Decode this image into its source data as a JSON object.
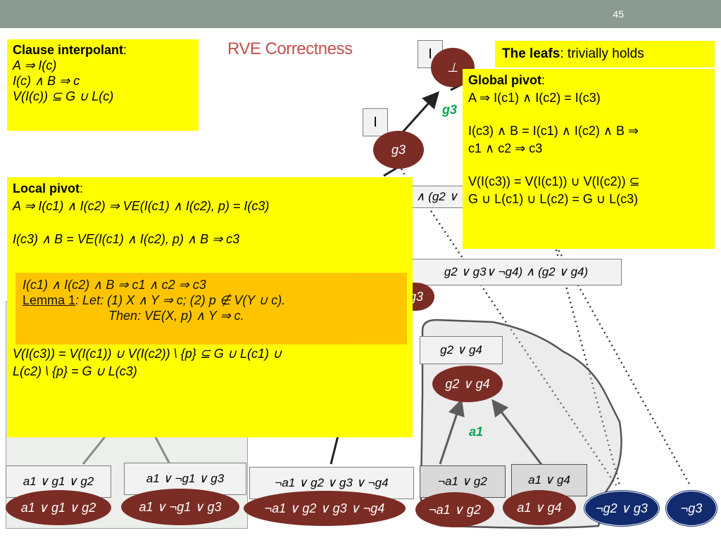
{
  "slide": {
    "number": "45",
    "title": "RVE Correctness"
  },
  "clause_interpolant": {
    "heading": "Clause interpolant",
    "colon": ":",
    "lines": [
      "A ⇒ I(c)",
      "I(c) ∧ B ⇒ c",
      "V(I(c)) ⊆ G ∪ L(c)"
    ]
  },
  "leafs_note": {
    "heading": "The leafs",
    "text": ": trivially holds"
  },
  "global_pivot": {
    "heading": "Global pivot",
    "colon": ":",
    "lines": [
      "A ⇒ I(c1) ∧ I(c2) = I(c3)",
      "",
      "I(c3) ∧ B = I(c1) ∧ I(c2) ∧ B ⇒",
      "c1 ∧ c2 ⇒ c3",
      "",
      "V(I(c3)) = V(I(c1)) ∪ V(I(c2)) ⊆",
      "G ∪ L(c1) ∪ L(c2) = G ∪ L(c3)"
    ]
  },
  "local_pivot": {
    "heading": "Local pivot",
    "colon": ":",
    "lines": [
      "A ⇒ I(c1) ∧ I(c2) ⇒ VE(I(c1) ∧ I(c2), p) = I(c3)",
      "",
      "I(c3) ∧ B = VE(I(c1) ∧ I(c2), p) ∧ B ⇒ c3"
    ],
    "bottom_lines": [
      "V(I(c3)) = V(I(c1)) ∪ V(I(c2)) \\ {p} ⊆ G ∪ L(c1) ∪",
      "L(c2) \\ {p} = G ∪ L(c3)"
    ]
  },
  "lemma_box": {
    "line1": "I(c1) ∧ I(c2) ∧ B ⇒ c1 ∧ c2 ⇒ c3",
    "lemma_label": "Lemma 1",
    "line2_rest": ": Let:  (1) X ∧ Y ⇒ c; (2) p ∉ V(Y ∪ c).",
    "line3": "Then: VE(X, p) ∧ Y ⇒ c."
  },
  "tree": {
    "root_node": "⊥",
    "root_interp": "I",
    "g3_node": "g3",
    "g3_interp": "I",
    "g3_label": "g3",
    "a1_label": "a1",
    "partial_clause_1": "∧ (g2 ∨",
    "partial_clause_2": "g2 ∨ g3∨ ¬g4) ∧ (g2 ∨ g4)",
    "partial_node": "g3",
    "mid_box": "g2 ∨ g4",
    "mid_node": "g2 ∨ g4",
    "leaf_boxes": [
      "a1 ∨ g1 ∨ g2",
      "a1 ∨ ¬g1 ∨ g3",
      "¬a1 ∨ g2 ∨ g3 ∨ ¬g4",
      "¬a1 ∨ g2",
      "a1 ∨ g4"
    ],
    "leaf_nodes": [
      "a1 ∨ g1 ∨ g2",
      "a1 ∨ ¬g1 ∨ g3",
      "¬a1 ∨ g2 ∨ g3 ∨ ¬g4",
      "¬a1 ∨ g2",
      "a1 ∨ g4"
    ],
    "blue_nodes": [
      "¬g2 ∨ g3",
      "¬g3"
    ]
  },
  "colors": {
    "node_red": "#7b2c24",
    "node_blue": "#122b6e",
    "note_yellow": "#ffff00",
    "note_orange": "#ffc000",
    "title_red": "#c0504d",
    "label_green": "#00a651",
    "topbar": "#8b9b91"
  }
}
